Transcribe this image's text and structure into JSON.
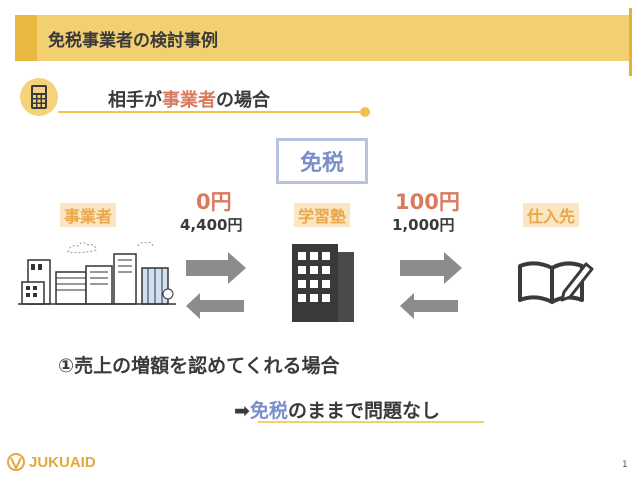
{
  "header": {
    "title": "免税事業者の検討事例"
  },
  "section": {
    "icon": "calculator-icon",
    "title_prefix": "相手が",
    "title_highlight": "事業者",
    "title_suffix": "の場合"
  },
  "tax_status": "免税",
  "parties": {
    "business": "事業者",
    "juku": "学習塾",
    "supplier": "仕入先"
  },
  "left_flow": {
    "tax": "0円",
    "amount": "4,400円"
  },
  "right_flow": {
    "tax": "100円",
    "amount": "1,000円"
  },
  "condition": "①売上の増額を認めてくれる場合",
  "conclusion": {
    "arrow": "➡",
    "highlight": "免税",
    "rest": "のままで問題なし"
  },
  "footer": {
    "logo_text": "JUKUAID",
    "page_number": "1"
  },
  "colors": {
    "accent_yellow": "#f2cf70",
    "accent_orange": "#e9a84a",
    "price_red": "#d97a5e",
    "tax_blue": "#7a8ecb"
  }
}
